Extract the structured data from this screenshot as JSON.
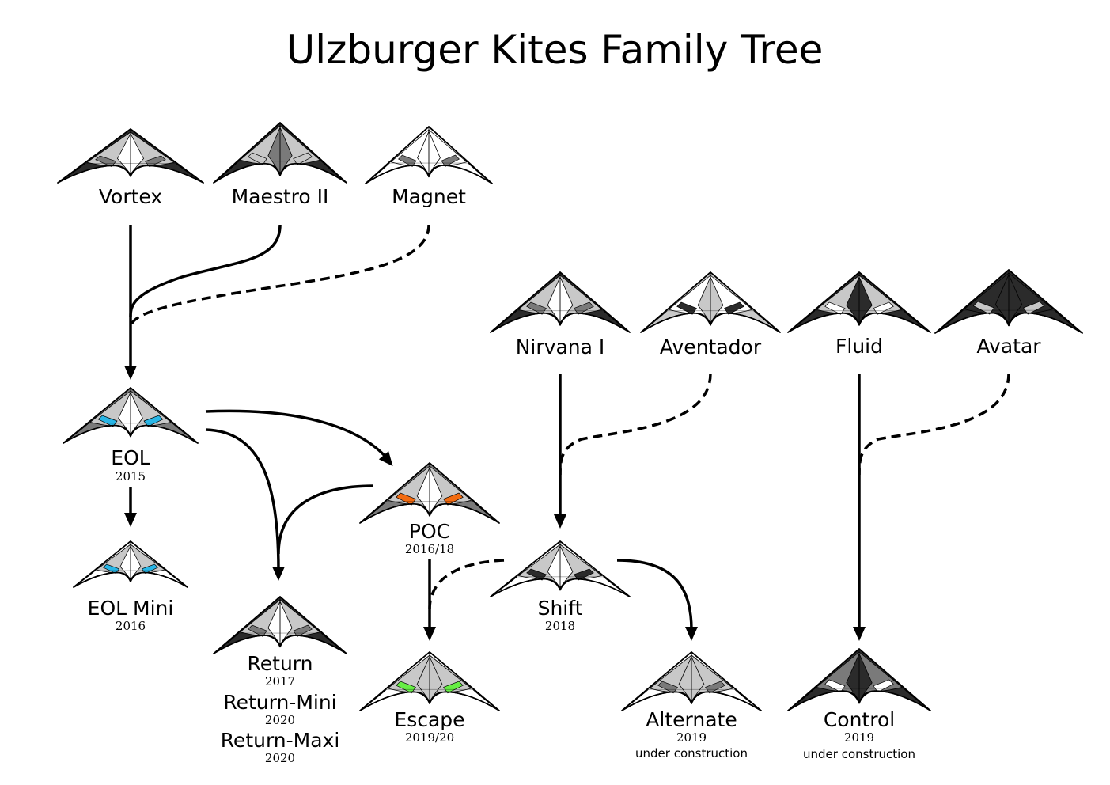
{
  "title": "Ulzburger Kites Family Tree",
  "colors": {
    "line": "#000000",
    "dark": "#2b2b2b",
    "mid": "#7a7a7a",
    "light": "#c8c8c8",
    "white": "#ffffff",
    "eol_blue": "#29b6e6",
    "return_blue": "#2a8ee8",
    "poc_orange": "#f26b11",
    "escape_green": "#66ee44"
  },
  "kites": [
    {
      "id": "vortex",
      "name": "Vortex",
      "year": "",
      "note": "",
      "style": "vortex"
    },
    {
      "id": "maestro",
      "name": "Maestro II",
      "year": "",
      "note": "",
      "style": "maestro"
    },
    {
      "id": "magnet",
      "name": "Magnet",
      "year": "",
      "note": "",
      "style": "magnet"
    },
    {
      "id": "nirvana",
      "name": "Nirvana I",
      "year": "",
      "note": "",
      "style": "nirvana"
    },
    {
      "id": "aventador",
      "name": "Aventador",
      "year": "",
      "note": "",
      "style": "aventador"
    },
    {
      "id": "fluid",
      "name": "Fluid",
      "year": "",
      "note": "",
      "style": "fluid"
    },
    {
      "id": "avatar",
      "name": "Avatar",
      "year": "",
      "note": "",
      "style": "avatar"
    },
    {
      "id": "eol",
      "name": "EOL",
      "year": "2015",
      "note": "",
      "style": "eol"
    },
    {
      "id": "eolmini",
      "name": "EOL Mini",
      "year": "2016",
      "note": "",
      "style": "eolmini"
    },
    {
      "id": "return",
      "name": "Return",
      "year": "2017",
      "note": "",
      "style": "return",
      "variants": [
        {
          "name": "Return-Mini",
          "year": "2020"
        },
        {
          "name": "Return-Maxi",
          "year": "2020"
        }
      ]
    },
    {
      "id": "poc",
      "name": "POC",
      "year": "2016/18",
      "note": "",
      "style": "poc"
    },
    {
      "id": "shift",
      "name": "Shift",
      "year": "2018",
      "note": "",
      "style": "shift"
    },
    {
      "id": "escape",
      "name": "Escape",
      "year": "2019/20",
      "note": "",
      "style": "escape"
    },
    {
      "id": "alternate",
      "name": "Alternate",
      "year": "2019",
      "note": "under construction",
      "style": "alternate"
    },
    {
      "id": "control",
      "name": "Control",
      "year": "2019",
      "note": "under construction",
      "style": "control"
    }
  ],
  "edges": [
    {
      "from": "vortex",
      "to": "eol",
      "style": "solid"
    },
    {
      "from": "maestro",
      "to": "eol",
      "style": "solid"
    },
    {
      "from": "magnet",
      "to": "eol",
      "style": "dashed"
    },
    {
      "from": "eol",
      "to": "eolmini",
      "style": "solid"
    },
    {
      "from": "eol",
      "to": "poc",
      "style": "solid"
    },
    {
      "from": "eol",
      "to": "return",
      "style": "solid"
    },
    {
      "from": "poc",
      "to": "return",
      "style": "solid"
    },
    {
      "from": "poc",
      "to": "escape",
      "style": "solid"
    },
    {
      "from": "shift",
      "to": "escape",
      "style": "dashed"
    },
    {
      "from": "nirvana",
      "to": "shift",
      "style": "solid"
    },
    {
      "from": "aventador",
      "to": "shift",
      "style": "dashed"
    },
    {
      "from": "shift",
      "to": "alternate",
      "style": "solid"
    },
    {
      "from": "fluid",
      "to": "control",
      "style": "solid"
    },
    {
      "from": "avatar",
      "to": "control",
      "style": "dashed"
    }
  ]
}
